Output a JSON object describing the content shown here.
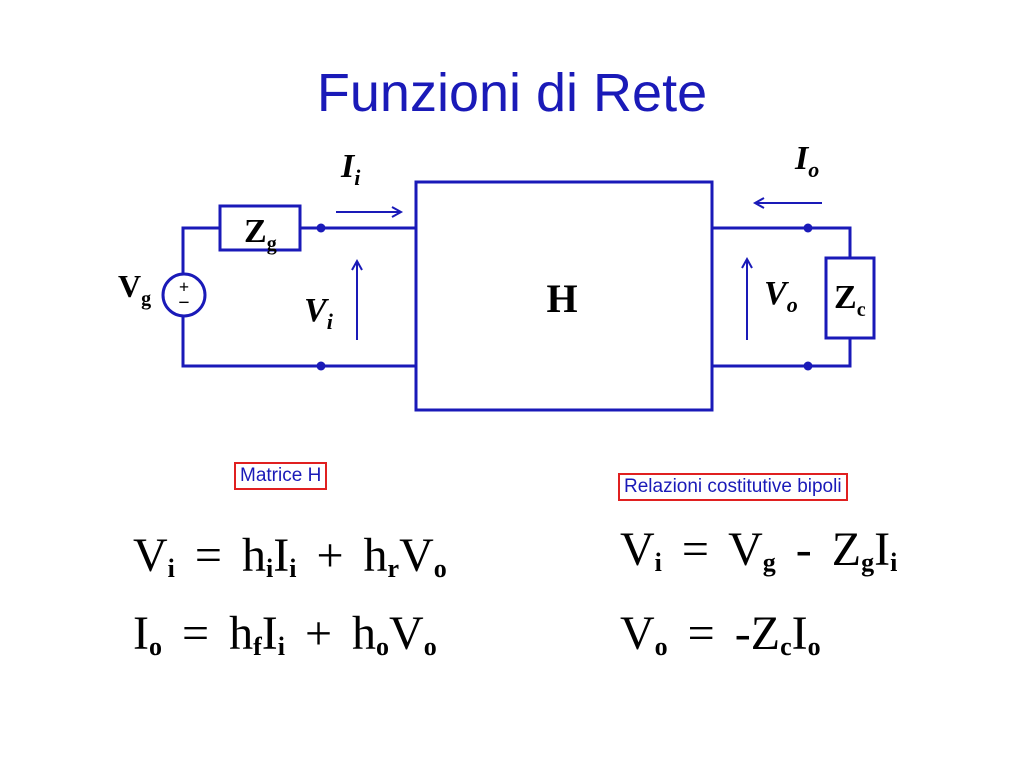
{
  "title": "Funzioni di Rete",
  "diagram": {
    "block_label": "H",
    "current_in": {
      "symbol": "I",
      "sub": "i"
    },
    "current_out": {
      "symbol": "I",
      "sub": "o"
    },
    "voltage_in": {
      "symbol": "V",
      "sub": "i"
    },
    "voltage_out": {
      "symbol": "V",
      "sub": "o"
    },
    "source_impedance": {
      "symbol": "Z",
      "sub": "g"
    },
    "load_impedance": {
      "symbol": "Z",
      "sub": "c"
    },
    "source": {
      "symbol": "V",
      "sub": "g",
      "plus": "+",
      "minus": "−"
    }
  },
  "labels": {
    "matrix": "Matrice H",
    "relations": "Relazioni costitutive bipoli"
  },
  "equations_left": [
    {
      "lhs": "V",
      "lhs_sub": "i",
      "eq": "=",
      "t1": "h",
      "t1_sub": "i",
      "t1b": "I",
      "t1b_sub": "i",
      "plus": "+",
      "t2": "h",
      "t2_sub": "r",
      "t2b": "V",
      "t2b_sub": "o"
    },
    {
      "lhs": "I",
      "lhs_sub": "o",
      "eq": "=",
      "t1": "h",
      "t1_sub": "f",
      "t1b": "I",
      "t1b_sub": "i",
      "plus": "+",
      "t2": "h",
      "t2_sub": "o",
      "t2b": "V",
      "t2b_sub": "o"
    }
  ],
  "equations_right": [
    {
      "lhs": "V",
      "lhs_sub": "i",
      "eq": "=",
      "a": "V",
      "a_sub": "g",
      "minus": "-",
      "b": "Z",
      "b_sub": "g",
      "c": "I",
      "c_sub": "i"
    },
    {
      "lhs": "V",
      "lhs_sub": "o",
      "eq": "=",
      "b": "-Z",
      "b_sub": "c",
      "c": "I",
      "c_sub": "o"
    }
  ],
  "colors": {
    "line": "#1a1ab8",
    "label_border": "#e02020",
    "text": "#000000"
  }
}
